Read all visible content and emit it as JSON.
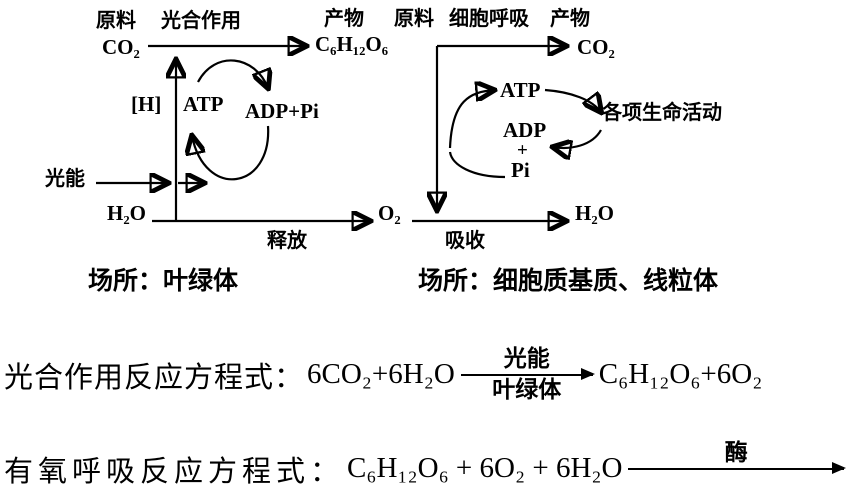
{
  "photosynthesis": {
    "raw_material_label": "原料",
    "process_label": "光合作用",
    "co2": "CO₂",
    "product_label": "产物",
    "glucose": "C₆H₁₂O₆",
    "h_carrier": "[H]",
    "atp": "ATP",
    "adp_pi": "ADP+Pi",
    "light_energy": "光能",
    "water": "H₂O",
    "oxygen": "O₂",
    "release_label": "释放",
    "location": "场所：叶绿体"
  },
  "respiration": {
    "raw_material_label": "原料",
    "process_label": "细胞呼吸",
    "product_label": "产物",
    "co2": "CO₂",
    "atp": "ATP",
    "adp": "ADP",
    "plus": "+",
    "pi": "Pi",
    "life_activities": "各项生命活动",
    "oxygen_absorb_label": "吸收",
    "water": "H₂O",
    "location": "场所：细胞质基质、线粒体"
  },
  "equations": {
    "photosynthesis": {
      "label": "光合作用反应方程式：",
      "lhs": "6CO₂+6H₂O",
      "condition_above": "光能",
      "condition_below": "叶绿体",
      "rhs": "C₆H₁₂O₆+6O₂"
    },
    "aerobic_respiration": {
      "label": "有氧呼吸反应方程式：",
      "lhs": "C₆H₁₂O₆ + 6O₂ + 6H₂O",
      "condition_above": "酶"
    }
  }
}
